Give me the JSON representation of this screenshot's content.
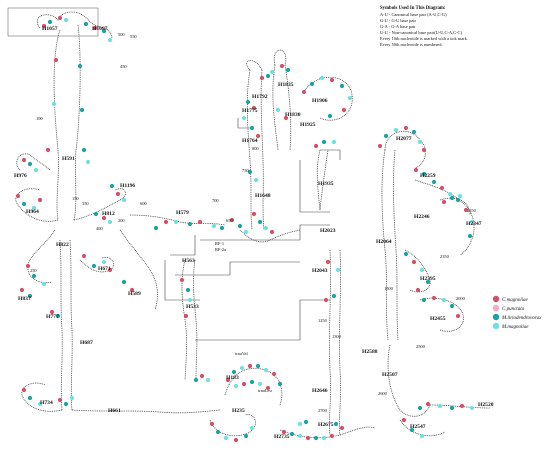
{
  "symbols": {
    "title": "Symbols Used In This Diagram:",
    "lines": [
      "A-U  -  Canonical base pair (A-U,C-G)",
      "G-U  -  G-U base pair",
      "G-A  -  G-A base pair",
      "U-U  -  Non-canonical base pair(U-U,C-A,C-C)",
      "Every 10th nucleotide is marked with a tick mark.",
      "Every 50th nucleotide is numbered."
    ]
  },
  "legend": [
    {
      "name": "C.magnoliae",
      "color": "#d4506a"
    },
    {
      "name": "C.punctata",
      "color": "#f2aac4"
    },
    {
      "name": "M.liriodendrovorax",
      "color": "#1aa3a3"
    },
    {
      "name": "M.magnoliae",
      "color": "#6fe0e0"
    }
  ],
  "helices": [
    {
      "id": "H1057",
      "text": "H1057"
    },
    {
      "id": "H1087",
      "text": "H1087"
    },
    {
      "id": "H1835",
      "text": "H1835"
    },
    {
      "id": "H1792",
      "text": "H1792"
    },
    {
      "id": "H1775",
      "text": "H1775"
    },
    {
      "id": "H1830",
      "text": "H1830"
    },
    {
      "id": "H1906",
      "text": "H1906"
    },
    {
      "id": "H1925",
      "text": "H1925"
    },
    {
      "id": "H1764",
      "text": "H1764"
    },
    {
      "id": "H1935",
      "text": "H1935"
    },
    {
      "id": "H591",
      "text": "H591"
    },
    {
      "id": "H976",
      "text": "H976"
    },
    {
      "id": "H1648",
      "text": "H1648"
    },
    {
      "id": "H2077",
      "text": "H2077"
    },
    {
      "id": "H2259",
      "text": "H2259"
    },
    {
      "id": "H964",
      "text": "H964"
    },
    {
      "id": "H1196",
      "text": "H1196"
    },
    {
      "id": "H812",
      "text": "H812"
    },
    {
      "id": "H579",
      "text": "H579"
    },
    {
      "id": "H2023",
      "text": "H2023"
    },
    {
      "id": "H2246",
      "text": "H2246"
    },
    {
      "id": "H2347",
      "text": "H2347"
    },
    {
      "id": "H822",
      "text": "H822"
    },
    {
      "id": "H2064",
      "text": "H2064"
    },
    {
      "id": "H563",
      "text": "H563"
    },
    {
      "id": "H671",
      "text": "H671"
    },
    {
      "id": "H837",
      "text": "H837"
    },
    {
      "id": "H589",
      "text": "H589"
    },
    {
      "id": "H533",
      "text": "H533"
    },
    {
      "id": "H2043",
      "text": "H2043"
    },
    {
      "id": "H2395",
      "text": "H2395"
    },
    {
      "id": "H777",
      "text": "H777"
    },
    {
      "id": "H2455",
      "text": "H2455"
    },
    {
      "id": "H687",
      "text": "H687"
    },
    {
      "id": "H2588",
      "text": "H2588"
    },
    {
      "id": "H734",
      "text": "H734"
    },
    {
      "id": "H661",
      "text": "H661"
    },
    {
      "id": "H2507",
      "text": "H2507"
    },
    {
      "id": "H183",
      "text": "H183"
    },
    {
      "id": "H2646",
      "text": "H2646"
    },
    {
      "id": "H235",
      "text": "H235"
    },
    {
      "id": "H2520",
      "text": "H2520"
    },
    {
      "id": "H2547",
      "text": "H2547"
    },
    {
      "id": "H2675",
      "text": "H2675"
    },
    {
      "id": "H2735",
      "text": "H2735"
    }
  ],
  "numbers": [
    "100",
    "150",
    "200",
    "250",
    "350",
    "400",
    "450",
    "500",
    "550",
    "600",
    "650",
    "700",
    "750",
    "800",
    "1250",
    "1300",
    "1500",
    "2000",
    "2250",
    "2350",
    "2500",
    "2600",
    "2700"
  ],
  "strand_labels": [
    "trnaVal",
    "trnaLeu",
    "RF-1",
    "RF-2a"
  ]
}
